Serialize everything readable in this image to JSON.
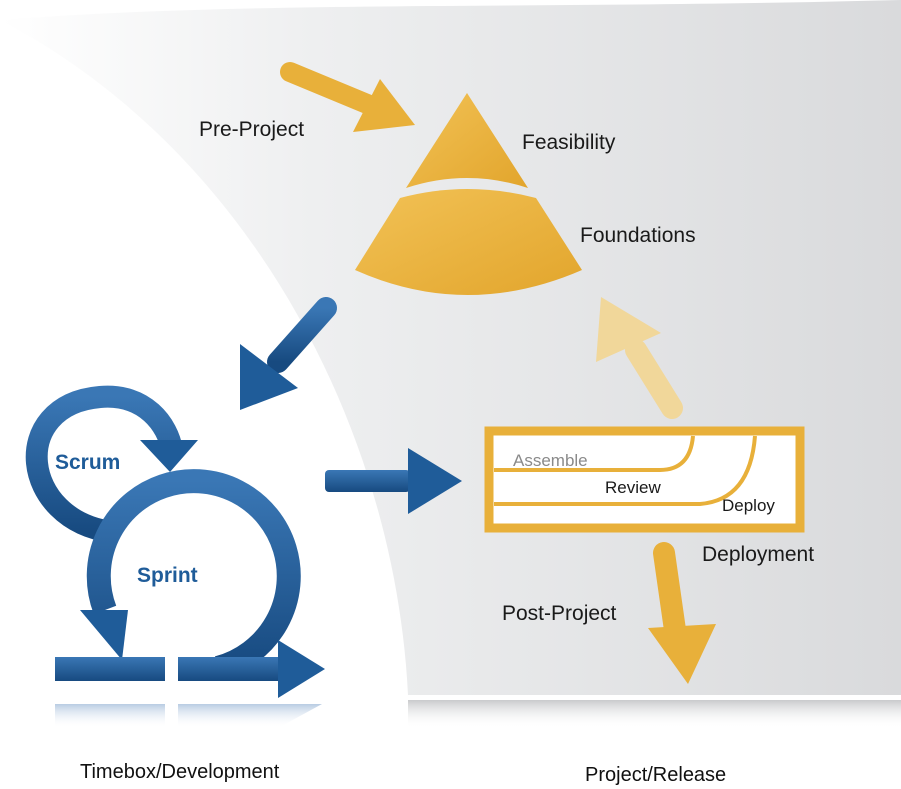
{
  "colors": {
    "gold": "#E8B03A",
    "blue": "#1f5c99",
    "panel": "#e2e3e5",
    "text": "#1a1a1a",
    "assemble_text": "#8a8a8a"
  },
  "labels": {
    "pre_project": "Pre-Project",
    "feasibility": "Feasibility",
    "foundations": "Foundations",
    "scrum": "Scrum",
    "sprint": "Sprint",
    "assemble": "Assemble",
    "review": "Review",
    "deploy": "Deploy",
    "deployment": "Deployment",
    "post_project": "Post-Project"
  },
  "footer": {
    "left": "Timebox/Development",
    "right": "Project/Release"
  },
  "icons": [
    "pre-project-arrow-icon",
    "foundations-to-sprint-arrow-icon",
    "scrum-loop-icon",
    "sprint-loop-icon",
    "sprint-to-deployment-arrow-icon",
    "deployment-to-foundations-arrow-icon",
    "post-project-arrow-icon"
  ]
}
